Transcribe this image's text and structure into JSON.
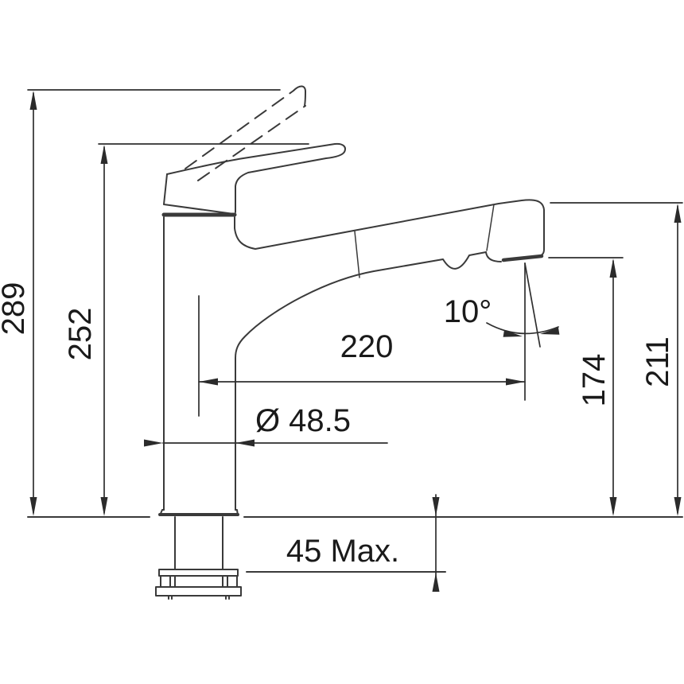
{
  "drawing": {
    "type": "faucet-dimension-drawing",
    "dimensions": {
      "overall_height": "289",
      "handle_height": "252",
      "spout_reach": "220",
      "spout_angle": "10°",
      "body_diameter": "Ø 48.5",
      "outlet_height": "174",
      "spout_top_height": "211",
      "max_counter_thickness": "45 Max."
    },
    "colors": {
      "line": "#3a3a3a",
      "dimension_line": "#2f2f2f",
      "text": "#1a1a1a",
      "background": "#ffffff"
    }
  }
}
